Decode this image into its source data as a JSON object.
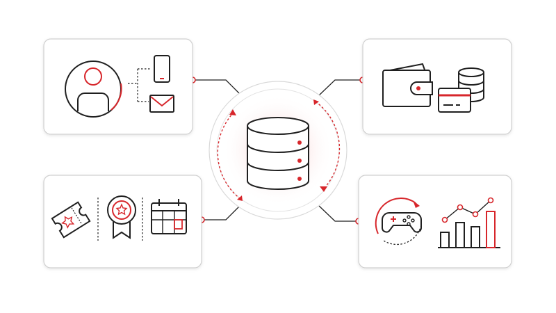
{
  "colors": {
    "background": "#ffffff",
    "ink": "#1f1f1f",
    "accent": "#d7262b",
    "card_border": "#cfcfcf",
    "halo": "#f7dcdc",
    "ring": "#d9d9d9"
  },
  "center": {
    "icon": "database-icon",
    "arrows": "circular-sync-arrows"
  },
  "panels": [
    {
      "id": "identity",
      "icons": [
        "user-avatar-icon",
        "smartphone-icon",
        "envelope-icon"
      ]
    },
    {
      "id": "payments",
      "icons": [
        "wallet-icon",
        "coin-stack-icon",
        "credit-card-icon"
      ]
    },
    {
      "id": "loyalty",
      "icons": [
        "ticket-star-icon",
        "award-ribbon-icon",
        "calendar-icon"
      ]
    },
    {
      "id": "gaming",
      "icons": [
        "gamepad-refresh-icon",
        "growth-chart-icon"
      ]
    }
  ]
}
